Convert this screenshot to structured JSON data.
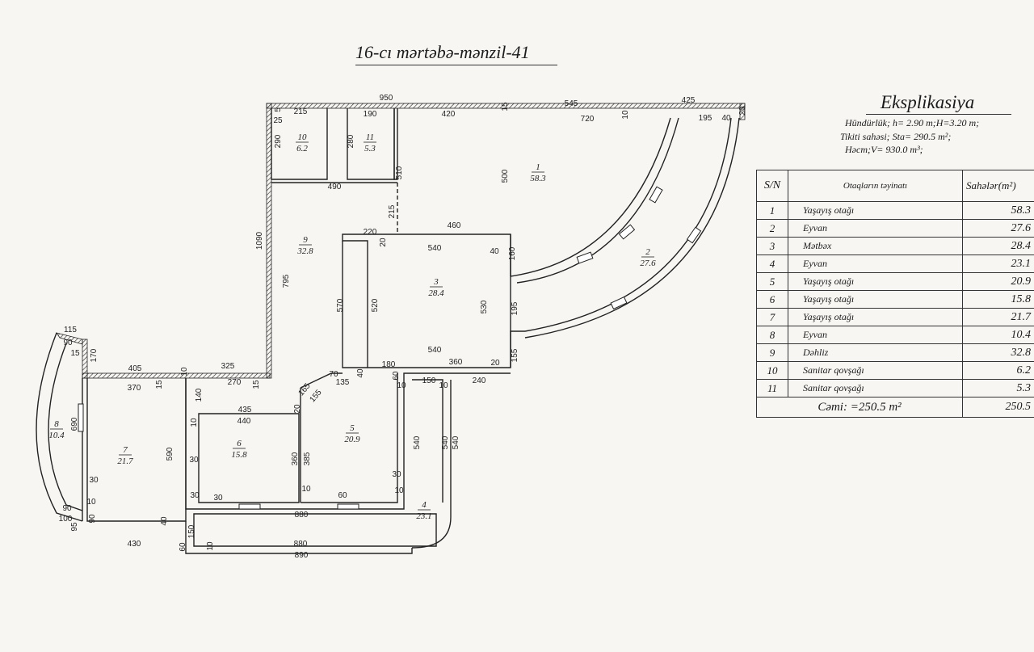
{
  "title": "16-cı mərtəbə-mənzil-41",
  "explication": {
    "title": "Eksplikasiya",
    "height": "Hündürlük; h= 2.90 m;H=3.20 m;",
    "building_area": "Tikiti sahəsi;  Sta= 290.5 m²;",
    "volume": "Həcm;V= 930.0 m³;",
    "headers": {
      "sn": "S/N",
      "name": "Otaqların təyinatı",
      "area": "Sahələr(m²)"
    },
    "rows": [
      {
        "sn": "1",
        "name": "Yaşayış otağı",
        "area": "58.3"
      },
      {
        "sn": "2",
        "name": "Eyvan",
        "area": "27.6"
      },
      {
        "sn": "3",
        "name": "Mətbəx",
        "area": "28.4"
      },
      {
        "sn": "4",
        "name": "Eyvan",
        "area": "23.1"
      },
      {
        "sn": "5",
        "name": "Yaşayış otağı",
        "area": "20.9"
      },
      {
        "sn": "6",
        "name": "Yaşayış otağı",
        "area": "15.8"
      },
      {
        "sn": "7",
        "name": "Yaşayış otağı",
        "area": "21.7"
      },
      {
        "sn": "8",
        "name": "Eyvan",
        "area": "10.4"
      },
      {
        "sn": "9",
        "name": "Dəhliz",
        "area": "32.8"
      },
      {
        "sn": "10",
        "name": "Sanitar qovşağı",
        "area": "6.2"
      },
      {
        "sn": "11",
        "name": "Sanitar qovşağı",
        "area": "5.3"
      }
    ],
    "total_label": "Cəmi: =250.5 m²",
    "total_value": "250.5"
  },
  "rooms": [
    {
      "no": "1",
      "area": "58.3"
    },
    {
      "no": "2",
      "area": "27.6"
    },
    {
      "no": "3",
      "area": "28.4"
    },
    {
      "no": "4",
      "area": "23.1"
    },
    {
      "no": "5",
      "area": "20.9"
    },
    {
      "no": "6",
      "area": "15.8"
    },
    {
      "no": "7",
      "area": "21.7"
    },
    {
      "no": "8",
      "area": "10.4"
    },
    {
      "no": "9",
      "area": "32.8"
    },
    {
      "no": "10",
      "area": "6.2"
    },
    {
      "no": "11",
      "area": "5.3"
    }
  ],
  "dimensions": [
    "950",
    "545",
    "425",
    "215",
    "190",
    "25",
    "420",
    "720",
    "10",
    "20",
    "195",
    "40",
    "15",
    "290",
    "280",
    "500",
    "490",
    "510",
    "1090",
    "215",
    "220",
    "20",
    "460",
    "540",
    "40",
    "160",
    "795",
    "570",
    "520",
    "530",
    "195",
    "540",
    "360",
    "20",
    "155",
    "180",
    "60",
    "10",
    "150",
    "10",
    "240",
    "115",
    "90",
    "15",
    "170",
    "405",
    "10",
    "325",
    "270",
    "15",
    "370",
    "15",
    "140",
    "435",
    "440",
    "165",
    "155",
    "70",
    "135",
    "40",
    "20",
    "10",
    "690",
    "590",
    "30",
    "360",
    "385",
    "540",
    "540",
    "540",
    "30",
    "10",
    "30",
    "30",
    "60",
    "10",
    "880",
    "30",
    "90",
    "10",
    "90",
    "100",
    "95",
    "430",
    "40",
    "150",
    "10",
    "880",
    "60",
    "890",
    "5"
  ]
}
